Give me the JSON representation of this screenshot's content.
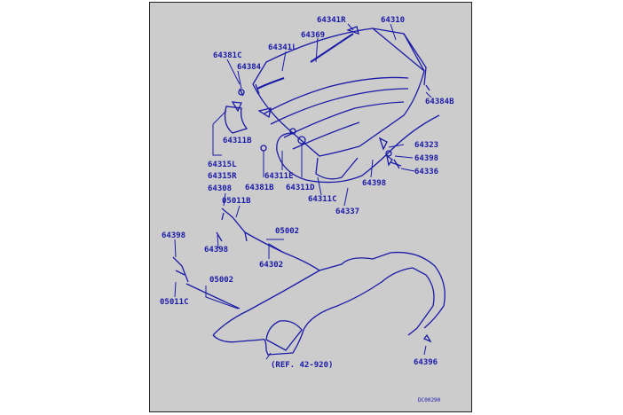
{
  "labels": {
    "p64341R": "64341R",
    "p64310": "64310",
    "p64369": "64369",
    "p64341L": "64341L",
    "p64381C": "64381C",
    "p64384": "64384",
    "p64384B": "64384B",
    "p64311B": "64311B",
    "p64323": "64323",
    "p64398a": "64398",
    "p64336": "64336",
    "p64315L": "64315L",
    "p64315R": "64315R",
    "p64311E": "64311E",
    "p64398b": "64398",
    "p64308": "64308",
    "p64381B": "64381B",
    "p64311D": "64311D",
    "p64311C": "64311C",
    "p05011B": "05011B",
    "p64337": "64337",
    "p05002a": "05002",
    "p64398c": "64398",
    "p64398d": "64398",
    "p64302": "64302",
    "p05002b": "05002",
    "p05011C": "05011C",
    "ref": "(REF. 42-920)",
    "p64396": "64396",
    "code": "DC00290"
  },
  "colors": {
    "ink": "#1a1aa8",
    "sheet": "#cccccc",
    "border": "#222222"
  }
}
